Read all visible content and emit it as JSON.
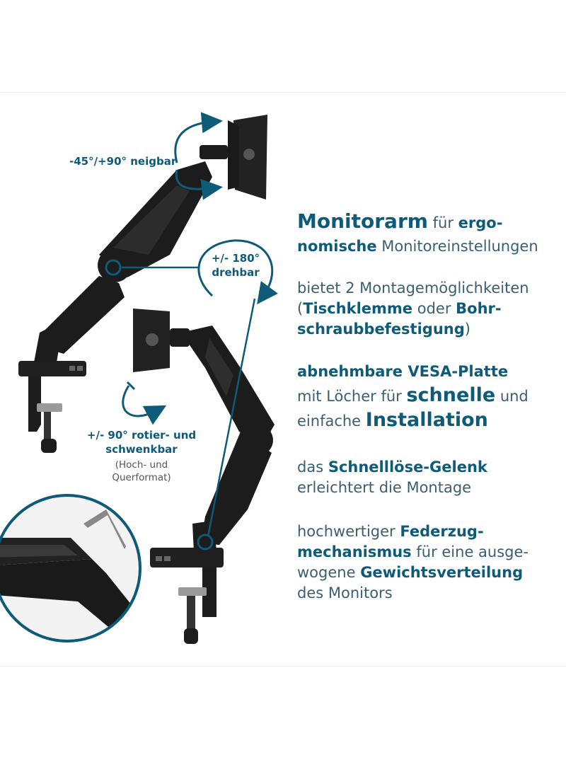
{
  "callouts": {
    "tilt": "-45°/+90° neigbar",
    "rotate_line1": "+/- 180°",
    "rotate_line2": "drehbar",
    "swivel_line1": "+/- 90° rotier- und",
    "swivel_line2": "schwenkbar",
    "swivel_note_line1": "(Hoch- und",
    "swivel_note_line2": "Querformat)"
  },
  "features": {
    "f1": {
      "a": "Monitorarm",
      "b": " für ",
      "c": "ergo-",
      "d": "nomische",
      "e": " Monitoreinstellungen"
    },
    "f2": {
      "a": "bietet 2 Montagemöglichkeiten",
      "b": "(",
      "c": "Tischklemme",
      "d": " oder ",
      "e": "Bohr-",
      "f": "schraubbefestigung",
      "g": ")"
    },
    "f3": {
      "a": "abnehmbare VESA-Platte",
      "b": "mit Löcher für ",
      "c": "schnelle",
      "d": " und",
      "e": "einfache ",
      "f": "Installation"
    },
    "f4": {
      "a": "das ",
      "b": "Schnelllöse-Gelenk",
      "c": "erleichtert die Montage"
    },
    "f5": {
      "a": "hochwertiger ",
      "b": "Federzug-",
      "c": "mechanismus",
      "d": " für eine ausge-",
      "e": "wogene ",
      "f": "Gewichtsverteilung",
      "g": "des Monitors"
    }
  },
  "colors": {
    "accent": "#0e5a79",
    "arm": "#1c1c1c",
    "arm_highlight": "#3a3a3a"
  }
}
